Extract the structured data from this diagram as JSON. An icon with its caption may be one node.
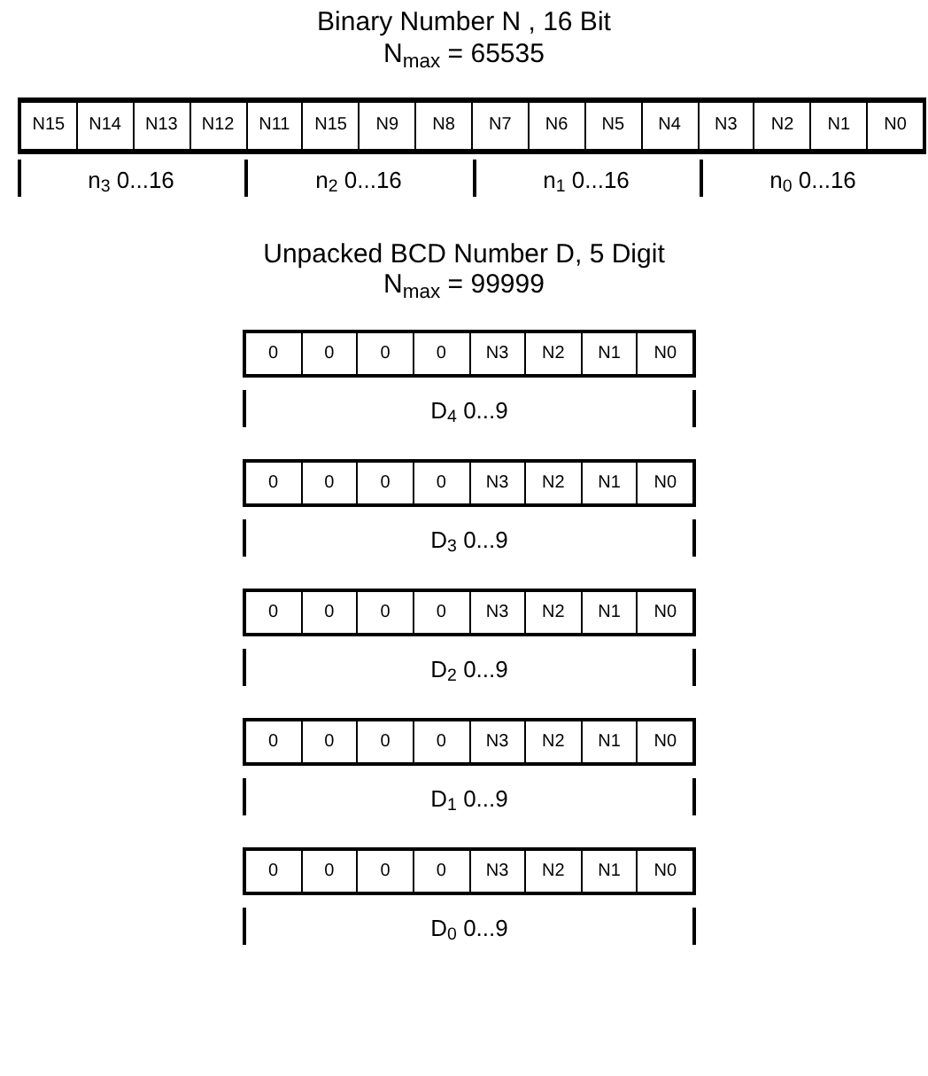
{
  "diagram": {
    "nodes": [
      {
        "text": [],
        "shape": "box"
      },
      {
        "text": [
          "N15"
        ],
        "in": 0
      },
      {
        "text": [
          "N14"
        ],
        "in": 0
      },
      {
        "text": [
          "N13"
        ],
        "in": 0
      },
      {
        "text": [
          "N12"
        ],
        "in": 0
      },
      {
        "text": [
          "N11"
        ],
        "in": 0
      },
      {
        "text": [
          "N15"
        ],
        "in": 0
      },
      {
        "text": [
          "N9"
        ],
        "in": 0
      },
      {
        "text": [
          "N8"
        ],
        "in": 0
      },
      {
        "text": [
          "N7"
        ],
        "in": 0
      },
      {
        "text": [
          "N6"
        ],
        "in": 0
      },
      {
        "text": [
          "N5"
        ],
        "in": 0
      },
      {
        "text": [
          "N4"
        ],
        "in": 0
      },
      {
        "text": [
          "N3"
        ],
        "in": 0
      },
      {
        "text": [
          "N2"
        ],
        "in": 0
      },
      {
        "text": [
          "N1"
        ],
        "in": 0
      },
      {
        "text": [
          "N0"
        ],
        "in": 0
      },
      {
        "text": [],
        "shape": "box"
      },
      {
        "text": [
          "0"
        ],
        "in": 17
      },
      {
        "text": [
          "0"
        ],
        "in": 17
      },
      {
        "text": [
          "0"
        ],
        "in": 17
      },
      {
        "text": [
          "0"
        ],
        "in": 17
      },
      {
        "text": [
          "N3"
        ],
        "in": 17
      },
      {
        "text": [
          "N2"
        ],
        "in": 17
      },
      {
        "text": [
          "N1"
        ],
        "in": 17
      },
      {
        "text": [
          "N0"
        ],
        "in": 17
      },
      {
        "text": [],
        "shape": "box"
      },
      {
        "text": [
          "0"
        ],
        "in": 26
      },
      {
        "text": [
          "0"
        ],
        "in": 26
      },
      {
        "text": [
          "0"
        ],
        "in": 26
      },
      {
        "text": [
          "0"
        ],
        "in": 26
      },
      {
        "text": [
          "N3"
        ],
        "in": 26
      },
      {
        "text": [
          "N2"
        ],
        "in": 26
      },
      {
        "text": [
          "N1"
        ],
        "in": 26
      },
      {
        "text": [
          "N0"
        ],
        "in": 26
      },
      {
        "text": [],
        "shape": "box"
      },
      {
        "text": [
          "0"
        ],
        "in": 35
      },
      {
        "text": [
          "0"
        ],
        "in": 35
      },
      {
        "text": [
          "0"
        ],
        "in": 35
      },
      {
        "text": [
          "0"
        ],
        "in": 35
      },
      {
        "text": [
          "N3"
        ],
        "in": 35
      },
      {
        "text": [
          "N2"
        ],
        "in": 35
      },
      {
        "text": [
          "N1"
        ],
        "in": 35
      },
      {
        "text": [
          "N0"
        ],
        "in": 35
      },
      {
        "text": [],
        "shape": "box"
      },
      {
        "text": [
          "0"
        ],
        "in": 44
      },
      {
        "text": [
          "0"
        ],
        "in": 44
      },
      {
        "text": [
          "0"
        ],
        "in": 44
      },
      {
        "text": [
          "0"
        ],
        "in": 44
      },
      {
        "text": [
          "N3"
        ],
        "in": 44
      },
      {
        "text": [
          "N2"
        ],
        "in": 44
      },
      {
        "text": [
          "N1"
        ],
        "in": 44
      },
      {
        "text": [
          "N0"
        ],
        "in": 44
      },
      {
        "text": [],
        "shape": "box"
      },
      {
        "text": [
          "0"
        ],
        "in": 53
      },
      {
        "text": [
          "0"
        ],
        "in": 53
      },
      {
        "text": [
          "0"
        ],
        "in": 53
      },
      {
        "text": [
          "0"
        ],
        "in": 53
      },
      {
        "text": [
          "N3"
        ],
        "in": 53
      },
      {
        "text": [
          "N2"
        ],
        "in": 53
      },
      {
        "text": [
          "N1"
        ],
        "in": 53
      },
      {
        "text": [
          "N0"
        ],
        "in": 53
      }
    ],
    "labels": [
      "Binary Number N , 16 Bit",
      "N$_{max}$ = 65535",
      "n$_{3}$ 0...16",
      "n$_{2}$ 0...16",
      "n$_{1}$ 0...16",
      "n$_{0}$ 0...16",
      "Unpacked BCD Number D, 5 Digit",
      "N$_{max}$ = 99999",
      "D$_{4}$ 0...9",
      "D$_{3}$ 0...9",
      "D$_{2}$ 0...9",
      "D$_{1}$ 0...9",
      "D$_{0}$ 0...9"
    ]
  }
}
